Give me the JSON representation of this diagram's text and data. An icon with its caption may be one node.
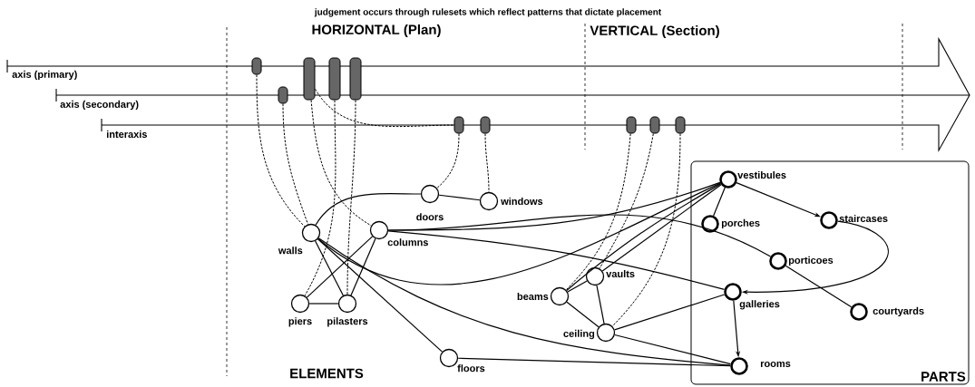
{
  "diagram": {
    "title": "judgement occurs through rulesets which reflect patterns that dictate placement",
    "nodes": [
      {
        "text": [],
        "shape": "bar"
      },
      {
        "text": [],
        "shape": "bar"
      },
      {
        "text": [],
        "shape": "bar"
      },
      {
        "text": [],
        "shape": "bar"
      },
      {
        "text": [],
        "shape": "bar"
      },
      {
        "text": [],
        "shape": "bar"
      },
      {
        "text": [],
        "shape": "bar"
      },
      {
        "text": [],
        "shape": "bar"
      },
      {
        "text": [],
        "shape": "bar"
      },
      {
        "text": [],
        "shape": "bar"
      },
      {
        "text": [
          "doors"
        ]
      },
      {
        "text": [
          "windows"
        ]
      },
      {
        "text": [
          "walls"
        ]
      },
      {
        "text": [
          "columns"
        ]
      },
      {
        "text": [
          "piers"
        ]
      },
      {
        "text": [
          "pilasters"
        ]
      },
      {
        "text": [
          "floors"
        ]
      },
      {
        "text": [
          "vaults"
        ]
      },
      {
        "text": [
          "beams"
        ]
      },
      {
        "text": [
          "ceiling"
        ]
      },
      {
        "text": [
          "PARTS"
        ]
      },
      {
        "text": [
          "vestibules"
        ],
        "in": 20
      },
      {
        "text": [
          "porches"
        ],
        "in": 20
      },
      {
        "text": [
          "staircases"
        ],
        "in": 20
      },
      {
        "text": [
          "porticoes"
        ],
        "in": 20
      },
      {
        "text": [
          "galleries"
        ],
        "in": 20
      },
      {
        "text": [
          "courtyards"
        ],
        "in": 20
      },
      {
        "text": [
          "rooms"
        ],
        "in": 20
      }
    ],
    "edges": [
      {
        "from": 0,
        "to": 12,
        "arrow": "none",
        "style": "dashed"
      },
      {
        "from": 4,
        "to": 12,
        "arrow": "none",
        "style": "dashed"
      },
      {
        "from": 1,
        "to": 13,
        "arrow": "none",
        "style": "dashed"
      },
      {
        "from": 1,
        "to": 5,
        "arrow": "none",
        "style": "dashed"
      },
      {
        "from": 2,
        "to": 14,
        "arrow": "none",
        "style": "dashed"
      },
      {
        "from": 3,
        "to": 15,
        "arrow": "none",
        "style": "dashed"
      },
      {
        "from": 5,
        "to": 10,
        "arrow": "none",
        "style": "dashed"
      },
      {
        "from": 6,
        "to": 11,
        "arrow": "none",
        "style": "dashed"
      },
      {
        "from": 7,
        "to": 18,
        "arrow": "none",
        "style": "dashed"
      },
      {
        "from": 8,
        "to": 17,
        "arrow": "none",
        "style": "dashed"
      },
      {
        "from": 9,
        "to": 19,
        "arrow": "none",
        "style": "dashed"
      },
      {
        "from": 12,
        "to": 10,
        "arrow": "none"
      },
      {
        "from": 10,
        "to": 11,
        "arrow": "none"
      },
      {
        "from": 12,
        "to": 15,
        "arrow": "none"
      },
      {
        "from": 13,
        "to": 14,
        "arrow": "none"
      },
      {
        "from": 13,
        "to": 15,
        "arrow": "none"
      },
      {
        "from": 14,
        "to": 15,
        "arrow": "none"
      },
      {
        "from": 12,
        "to": 16,
        "arrow": "none"
      },
      {
        "from": 12,
        "to": 21,
        "arrow": "none"
      },
      {
        "from": 12,
        "to": 27,
        "arrow": "none"
      },
      {
        "from": 13,
        "to": 21,
        "arrow": "none"
      },
      {
        "from": 13,
        "to": 24,
        "arrow": "none"
      },
      {
        "from": 13,
        "to": 25,
        "arrow": "none"
      },
      {
        "from": 18,
        "to": 21,
        "arrow": "none"
      },
      {
        "from": 17,
        "to": 21,
        "arrow": "none"
      },
      {
        "from": 18,
        "to": 17,
        "arrow": "none"
      },
      {
        "from": 18,
        "to": 19,
        "arrow": "none"
      },
      {
        "from": 17,
        "to": 19,
        "arrow": "none"
      },
      {
        "from": 19,
        "to": 25,
        "arrow": "none"
      },
      {
        "from": 19,
        "to": 27,
        "arrow": "none"
      },
      {
        "from": 16,
        "to": 27,
        "arrow": "none"
      },
      {
        "from": 21,
        "to": 22,
        "arrow": "none"
      },
      {
        "from": 21,
        "to": 23,
        "arrow": "to"
      },
      {
        "from": 23,
        "to": 25,
        "arrow": "to"
      },
      {
        "from": 24,
        "to": 26,
        "arrow": "none"
      },
      {
        "from": 25,
        "to": 27,
        "arrow": "to"
      }
    ],
    "labels": [
      "HORIZONTAL (Plan)",
      "VERTICAL (Section)",
      "axis (primary)",
      "axis (secondary)",
      "interaxis",
      "ELEMENTS"
    ]
  }
}
